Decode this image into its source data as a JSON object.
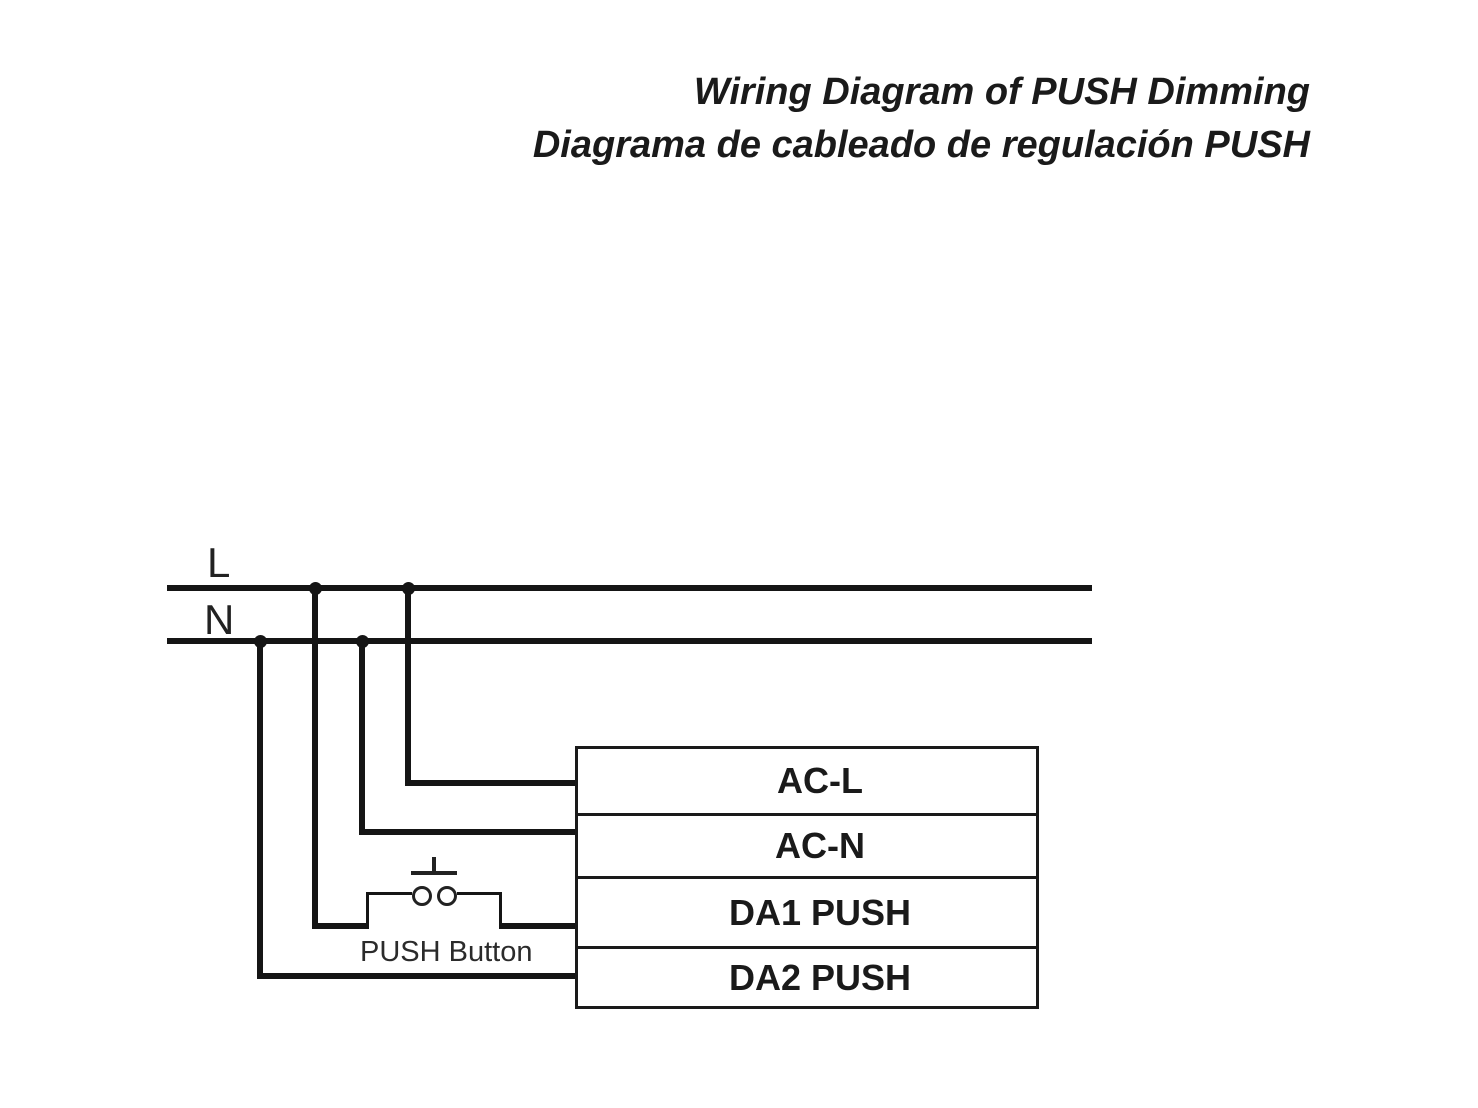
{
  "title": {
    "line1": "Wiring Diagram of PUSH Dimming",
    "line2": "Diagrama de cableado de regulación PUSH"
  },
  "bus": {
    "live_label": "L",
    "neutral_label": "N"
  },
  "push_button": {
    "label": "PUSH Button"
  },
  "driver": {
    "terminals": [
      "AC-L",
      "AC-N",
      "DA1 PUSH",
      "DA2 PUSH"
    ]
  },
  "colors": {
    "wire": "#151515",
    "text": "#1a1a1a",
    "background": "#ffffff"
  }
}
